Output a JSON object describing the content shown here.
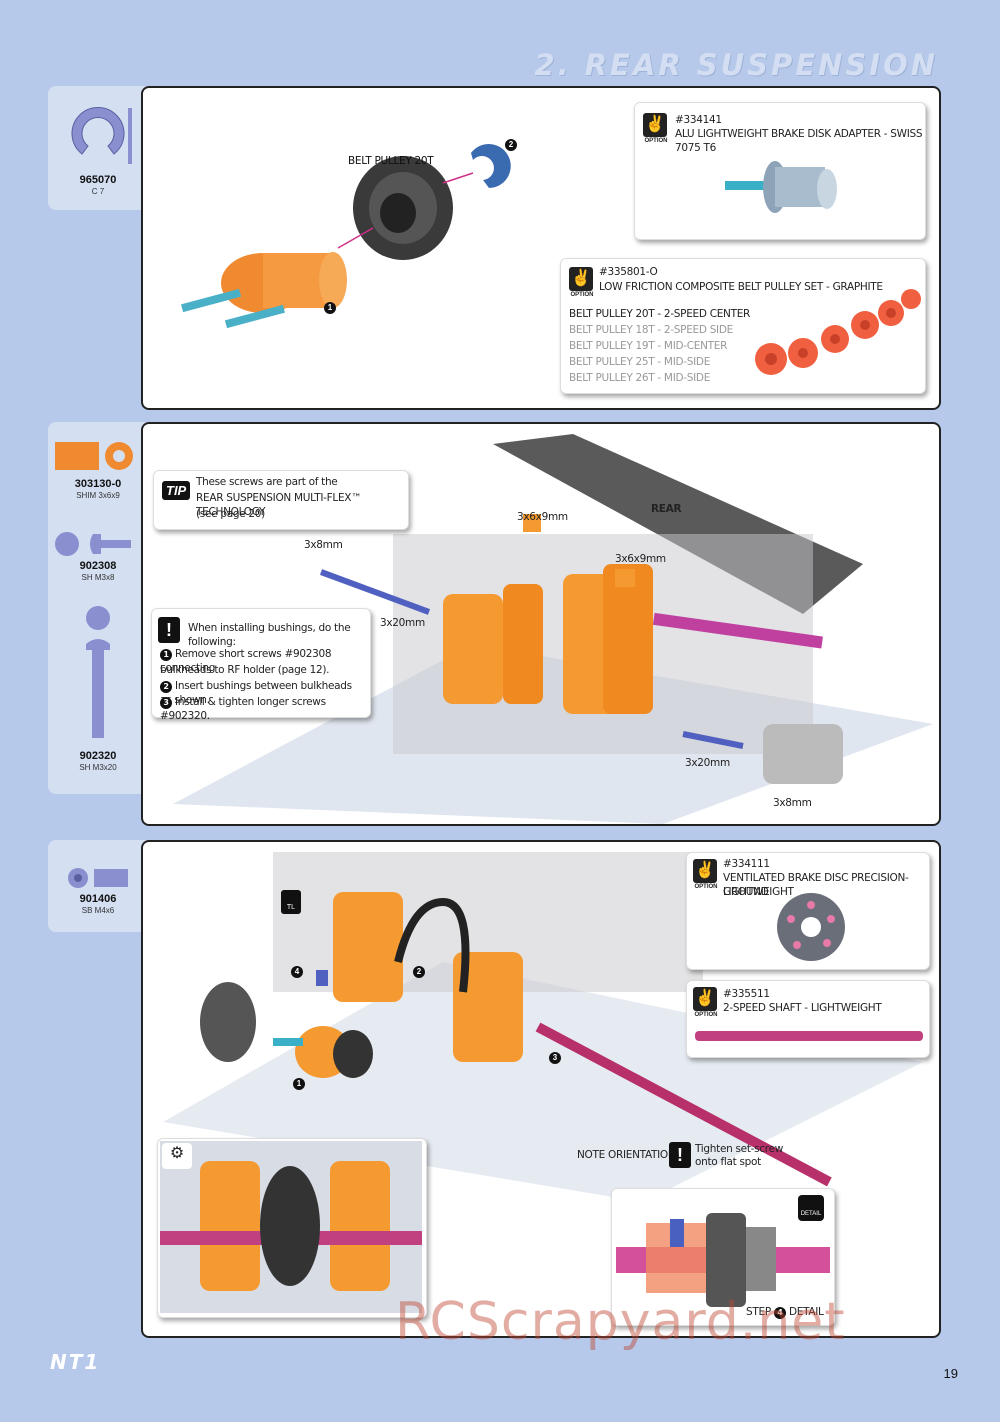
{
  "header": {
    "section_title": "2. REAR SUSPENSION"
  },
  "parts": [
    {
      "code": "965070",
      "desc": "C 7"
    },
    {
      "code": "303130-0",
      "desc": "SHIM 3x6x9"
    },
    {
      "code": "902308",
      "desc": "SH M3x8"
    },
    {
      "code": "902320",
      "desc": "SH M3x20"
    },
    {
      "code": "901406",
      "desc": "SB M4x6"
    }
  ],
  "step1": {
    "label_pulley": "BELT PULLEY 20T",
    "option1": {
      "icon_text": "OPTION",
      "code": "#334141",
      "title": "ALU LIGHTWEIGHT BRAKE DISK ADAPTER - SWISS 7075 T6"
    },
    "option2": {
      "icon_text": "OPTION",
      "code": "#335801-O",
      "title": "LOW FRICTION COMPOSITE BELT PULLEY SET - GRAPHITE",
      "items": [
        "BELT PULLEY 20T - 2-SPEED CENTER",
        "BELT PULLEY 18T - 2-SPEED SIDE",
        "BELT PULLEY 19T - MID-CENTER",
        "BELT PULLEY 25T - MID-SIDE",
        "BELT PULLEY 26T - MID-SIDE"
      ]
    },
    "callout1": "1",
    "callout2": "2"
  },
  "step2": {
    "tip_badge": "TIP",
    "tip_line1": "These screws are part of the",
    "tip_line2": "REAR SUSPENSION MULTI-FLEX™ TECHNOLOGY",
    "tip_line3": "(see page 20)",
    "warn_title": "When installing bushings, do the following:",
    "warn_steps": [
      "Remove short screws #902308 connecting",
      "bulkheads to RF holder (page 12).",
      "Insert bushings between bulkheads as shown.",
      "Install & tighten longer screws #902320."
    ],
    "rear_label": "REAR",
    "lbl_3x8_a": "3x8mm",
    "lbl_3x20_a": "3x20mm",
    "lbl_3x6x9_a": "3x6x9mm",
    "lbl_3x6x9_b": "3x6x9mm",
    "lbl_3x20_b": "3x20mm",
    "lbl_3x8_b": "3x8mm"
  },
  "step3": {
    "option1": {
      "icon_text": "OPTION",
      "code": "#334111",
      "title1": "VENTILATED BRAKE DISC PRECISION-GROUND",
      "title2": "LIGHTWEIGHT"
    },
    "option2": {
      "icon_text": "OPTION",
      "code": "#335511",
      "title": "2-SPEED SHAFT - LIGHTWEIGHT"
    },
    "note_orientation": "NOTE ORIENTATION",
    "tighten_line1": "Tighten set-screw",
    "tighten_line2": "onto flat spot",
    "detail_icon": "DETAIL",
    "step_detail": "STEP",
    "step_detail_num": "4",
    "detail_word": "DETAIL",
    "tl_badge": "TL",
    "c1": "1",
    "c2": "2",
    "c3": "3",
    "c4": "4"
  },
  "footer": {
    "logo": "NT1",
    "page": "19",
    "watermark": "RCScrapyard.net"
  }
}
